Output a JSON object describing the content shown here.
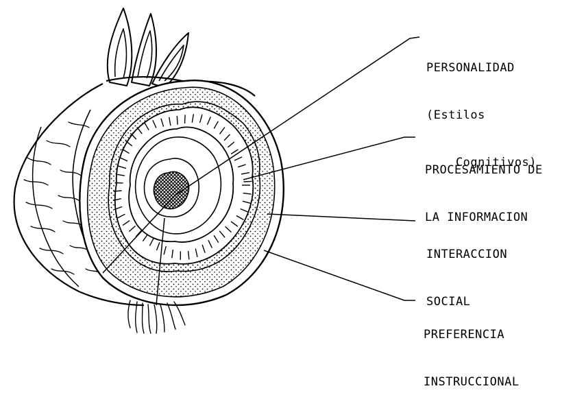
{
  "colors": {
    "ink": "#000000",
    "paper": "#ffffff"
  },
  "labels": {
    "personalidad": {
      "line1": "PERSONALIDAD",
      "line2": "(Estilos",
      "line3": "    Cognitivos)"
    },
    "procesamiento": {
      "line1": "PROCESAMIENTO DE",
      "line2": "LA INFORMACION"
    },
    "interaccion": {
      "line1": "INTERACCION",
      "line2": "SOCIAL"
    },
    "preferencia": {
      "line1": "PREFERENCIA",
      "line2": "INSTRUCCIONAL"
    }
  }
}
